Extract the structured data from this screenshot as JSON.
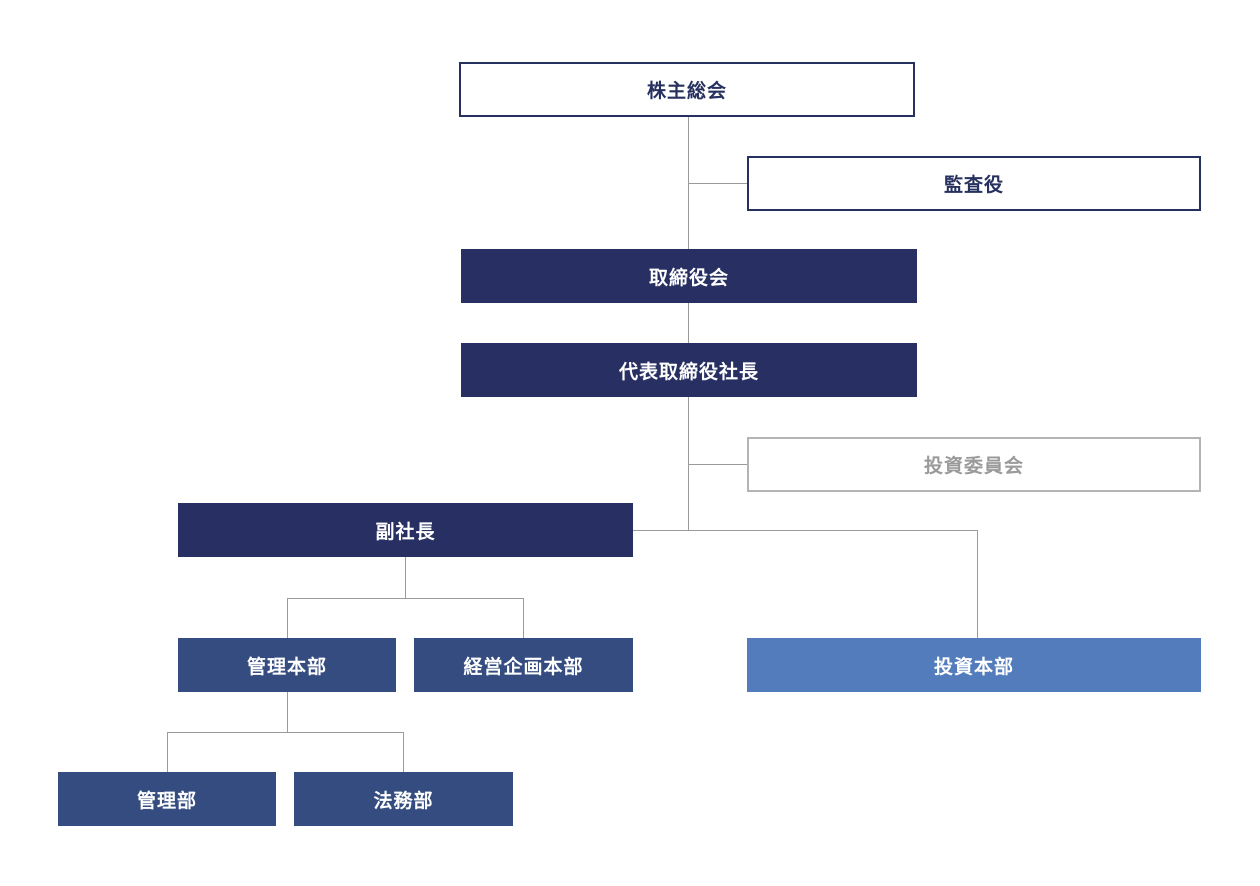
{
  "nodes": {
    "shareholders_meeting": "株主総会",
    "auditor": "監査役",
    "board_of_directors": "取締役会",
    "president": "代表取締役社長",
    "investment_committee": "投資委員会",
    "vice_president": "副社長",
    "admin_division": "管理本部",
    "planning_division": "経営企画本部",
    "investment_division": "投資本部",
    "admin_department": "管理部",
    "legal_department": "法務部"
  },
  "colors": {
    "navy": "#283063",
    "mid_blue": "#344c7f",
    "light_blue": "#527cbc",
    "connector": "#9b9b9b",
    "committee_border": "#b4b4b4"
  }
}
